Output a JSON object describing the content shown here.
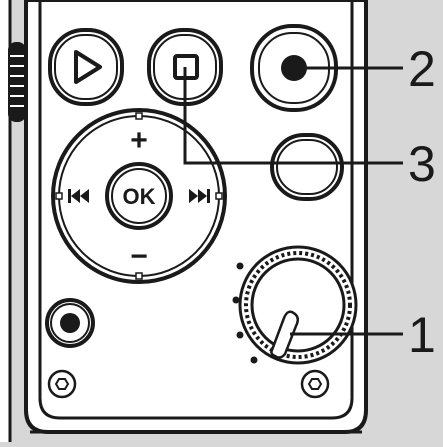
{
  "device": {
    "dpad": {
      "center_label": "OK",
      "up_symbol": "+",
      "down_symbol": "−",
      "left_symbol": "⏮",
      "right_symbol": "⏭"
    }
  },
  "callouts": [
    {
      "label": "2",
      "target": "record-button"
    },
    {
      "label": "3",
      "target": "stop-button"
    },
    {
      "label": "1",
      "target": "volume-dial"
    }
  ],
  "colors": {
    "background": "#d7d7d7",
    "device_body": "#ffffff",
    "stroke": "#1a1a1a",
    "panel_strip": "#ffffff"
  }
}
